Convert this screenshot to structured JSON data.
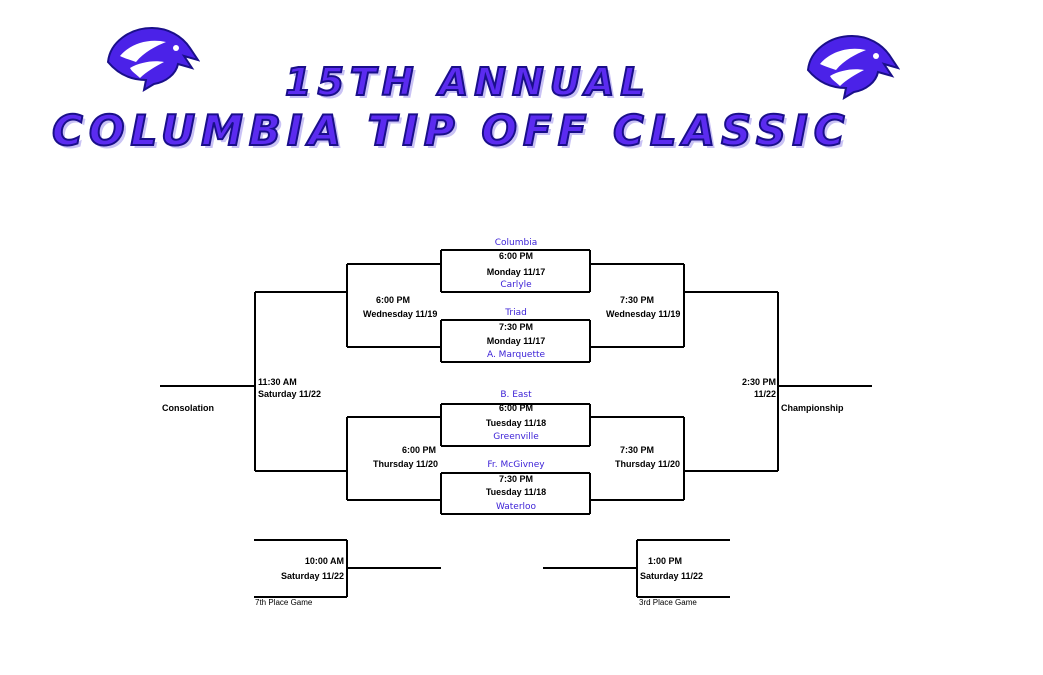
{
  "header": {
    "line1": "15TH ANNUAL",
    "line2": "COLUMBIA TIP OFF CLASSIC",
    "logo_icon": "eagle-head-icon"
  },
  "colors": {
    "title": "#5b2bf0",
    "team": "#3a1fd6",
    "lines": "#000000"
  },
  "quarterfinals": [
    {
      "top_team": "Columbia",
      "time": "6:00 PM",
      "date": "Monday 11/17",
      "bottom_team": "Carlyle"
    },
    {
      "top_team": "Triad",
      "time": "7:30 PM",
      "date": "Monday 11/17",
      "bottom_team": "A. Marquette"
    },
    {
      "top_team": "B. East",
      "time": "6:00 PM",
      "date": "Tuesday 11/18",
      "bottom_team": "Greenville"
    },
    {
      "top_team": "Fr. McGivney",
      "time": "7:30 PM",
      "date": "Tuesday 11/18",
      "bottom_team": "Waterloo"
    }
  ],
  "semis": {
    "cons_top": {
      "time": "6:00 PM",
      "date": "Wednesday 11/19"
    },
    "cons_bottom": {
      "time": "6:00 PM",
      "date": "Thursday 11/20"
    },
    "champ_top": {
      "time": "7:30 PM",
      "date": "Wednesday 11/19"
    },
    "champ_bottom": {
      "time": "7:30 PM",
      "date": "Thursday 11/20"
    }
  },
  "consolation": {
    "time": "11:30 AM",
    "date": "Saturday 11/22",
    "label": "Consolation"
  },
  "championship": {
    "time": "2:30 PM",
    "date": "11/22",
    "label": "Championship"
  },
  "seventh": {
    "time": "10:00 AM",
    "date": "Saturday 11/22",
    "label": "7th Place Game"
  },
  "third": {
    "time": "1:00 PM",
    "date": "Saturday 11/22",
    "label": "3rd Place Game"
  }
}
